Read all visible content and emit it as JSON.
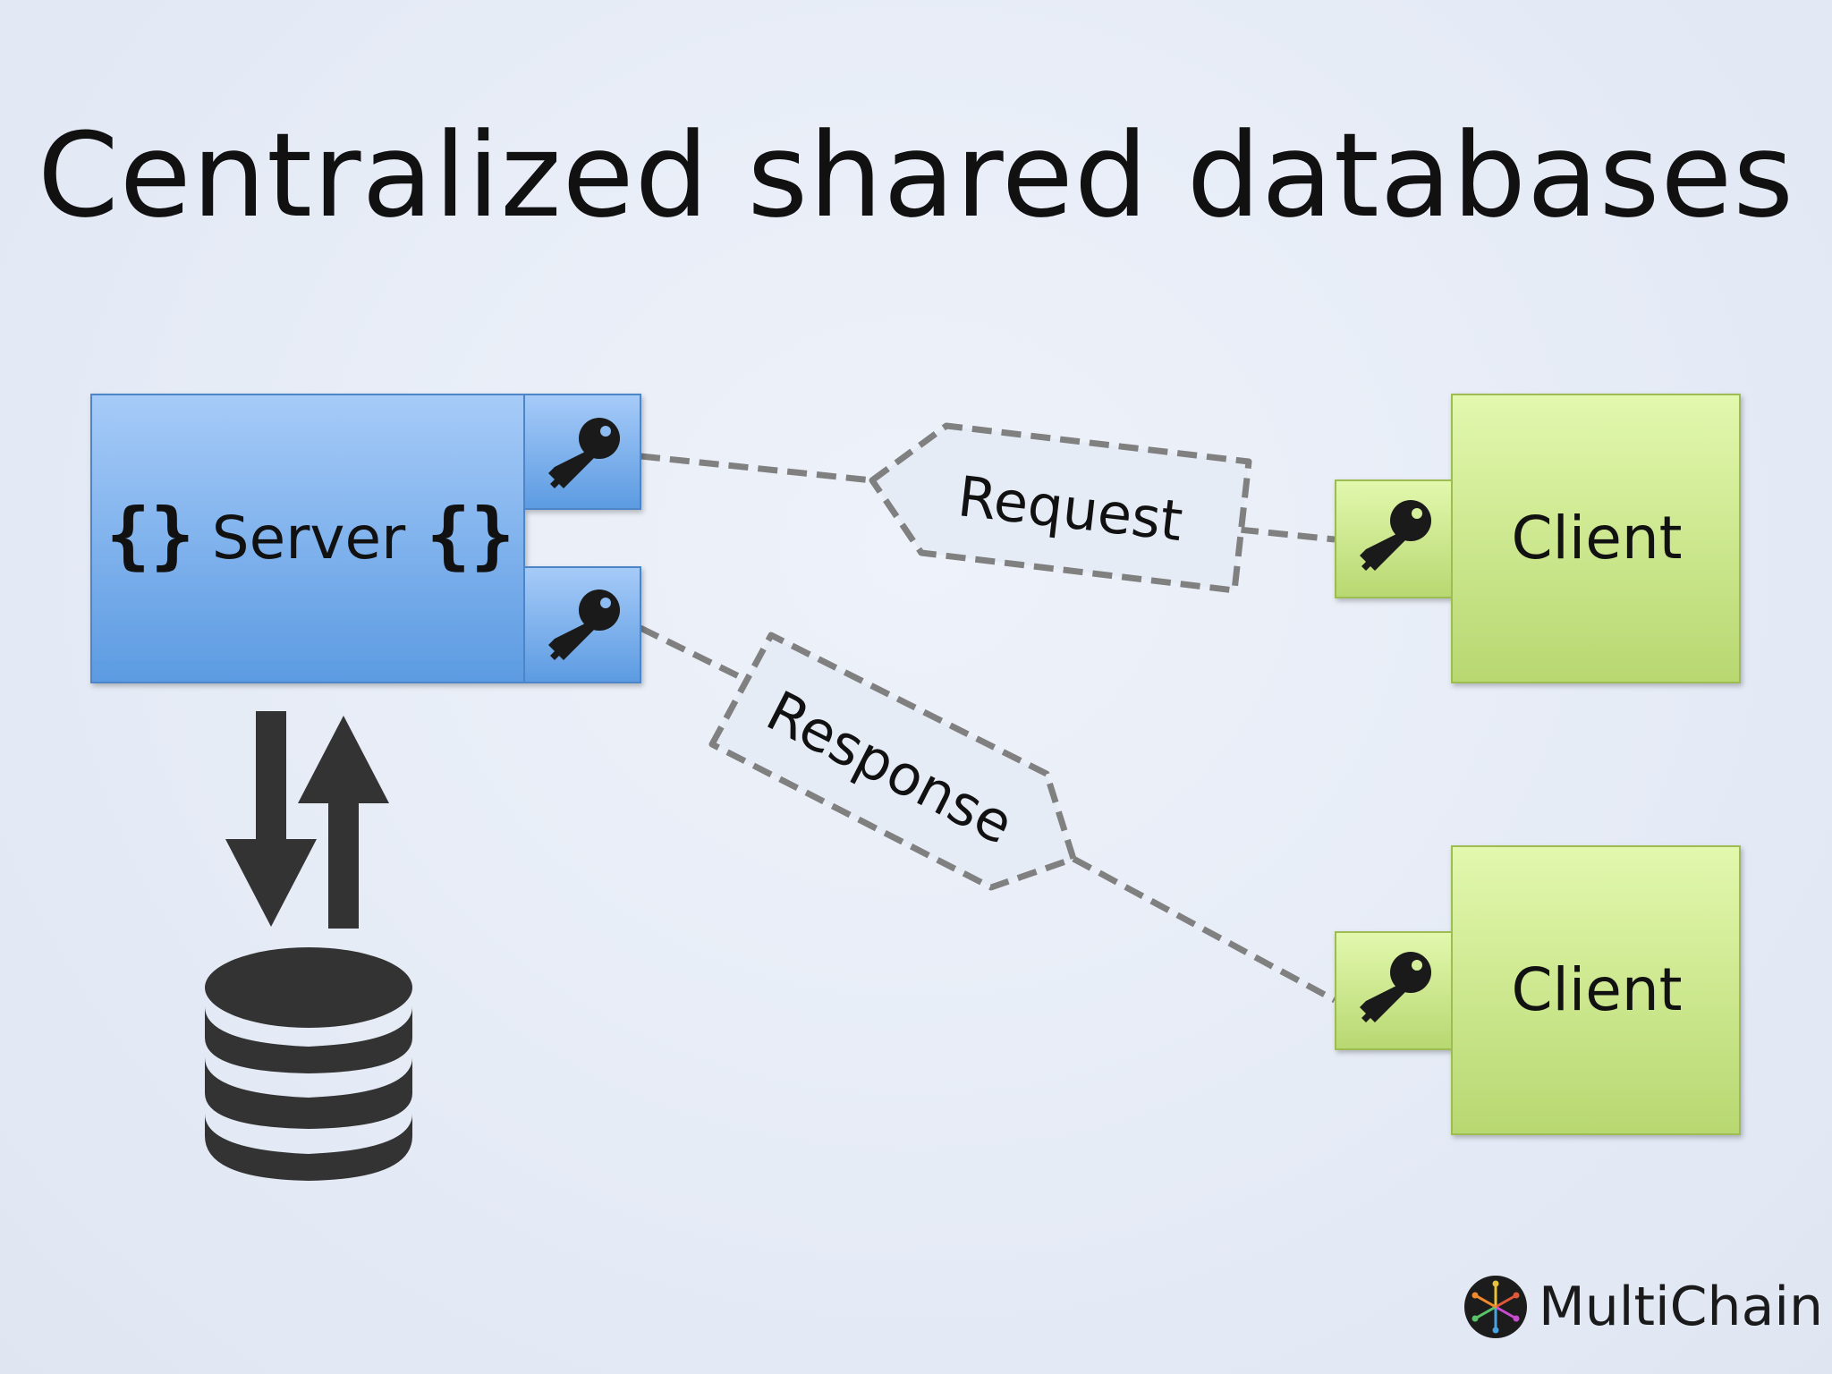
{
  "title": "Centralized shared databases",
  "server": {
    "label": "Server",
    "brace_left": "{}",
    "brace_right": "{}",
    "fill": "#7fb2ee"
  },
  "clients": [
    {
      "label": "Client"
    },
    {
      "label": "Client"
    }
  ],
  "messages": {
    "request": "Request",
    "response": "Response"
  },
  "colors": {
    "server_blue": "#6fa8ec",
    "client_green": "#cfe98f",
    "dash_gray": "#808080",
    "icon_dark": "#333333"
  },
  "icons": [
    "key-icon",
    "database-icon",
    "arrow-down-icon",
    "arrow-up-icon",
    "multichain-logo-icon"
  ],
  "logo": {
    "text": "MultiChain"
  }
}
